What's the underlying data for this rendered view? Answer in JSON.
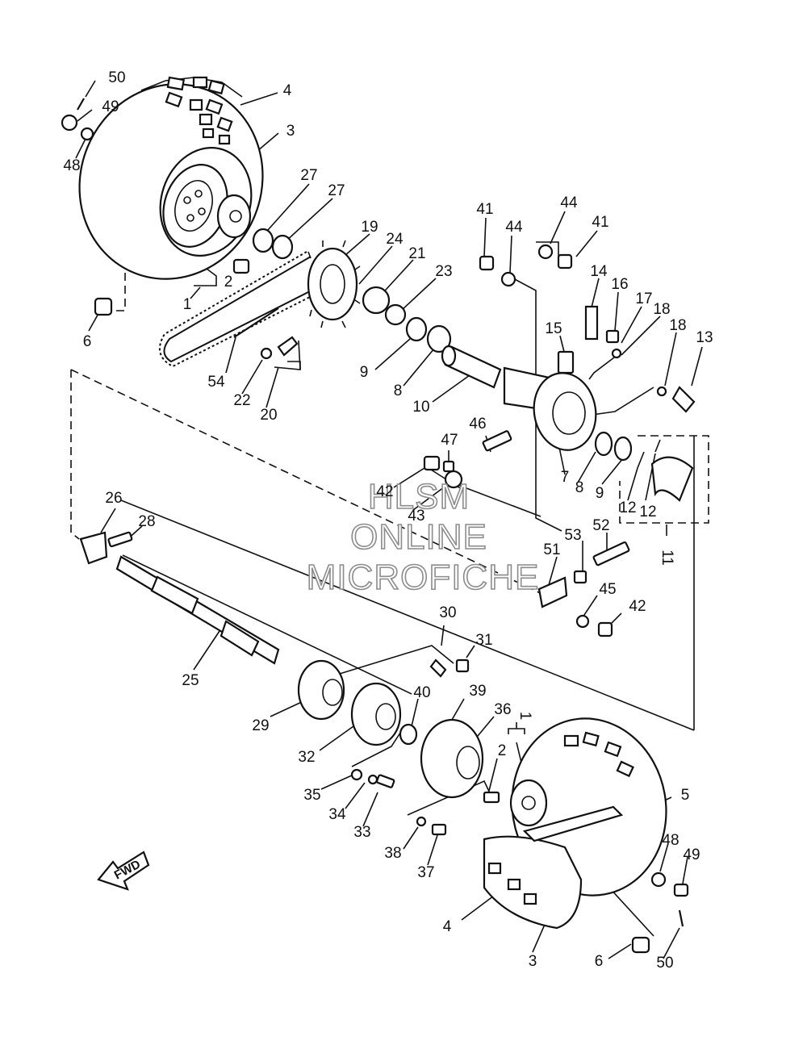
{
  "watermark": {
    "line1": "HLSM",
    "line2": "ONLINE",
    "line3": "MICROFICHE"
  },
  "direction_label": "FWD",
  "callouts": [
    {
      "id": "c50a",
      "text": "50"
    },
    {
      "id": "c49a",
      "text": "49"
    },
    {
      "id": "c48a",
      "text": "48"
    },
    {
      "id": "c4a",
      "text": "4"
    },
    {
      "id": "c3a",
      "text": "3"
    },
    {
      "id": "c27a",
      "text": "27"
    },
    {
      "id": "c27b",
      "text": "27"
    },
    {
      "id": "c2a",
      "text": "2"
    },
    {
      "id": "c1a",
      "text": "1"
    },
    {
      "id": "c6a",
      "text": "6"
    },
    {
      "id": "c19",
      "text": "19"
    },
    {
      "id": "c24",
      "text": "24"
    },
    {
      "id": "c21",
      "text": "21"
    },
    {
      "id": "c23",
      "text": "23"
    },
    {
      "id": "c41a",
      "text": "41"
    },
    {
      "id": "c44a",
      "text": "44"
    },
    {
      "id": "c44b",
      "text": "44"
    },
    {
      "id": "c41b",
      "text": "41"
    },
    {
      "id": "c14",
      "text": "14"
    },
    {
      "id": "c16",
      "text": "16"
    },
    {
      "id": "c17",
      "text": "17"
    },
    {
      "id": "c18a",
      "text": "18"
    },
    {
      "id": "c18b",
      "text": "18"
    },
    {
      "id": "c15",
      "text": "15"
    },
    {
      "id": "c13",
      "text": "13"
    },
    {
      "id": "c9a",
      "text": "9"
    },
    {
      "id": "c8a",
      "text": "8"
    },
    {
      "id": "c10",
      "text": "10"
    },
    {
      "id": "c54",
      "text": "54"
    },
    {
      "id": "c22",
      "text": "22"
    },
    {
      "id": "c20",
      "text": "20"
    },
    {
      "id": "c46",
      "text": "46"
    },
    {
      "id": "c47",
      "text": "47"
    },
    {
      "id": "c42a",
      "text": "42"
    },
    {
      "id": "c43",
      "text": "43"
    },
    {
      "id": "c7",
      "text": "7"
    },
    {
      "id": "c8b",
      "text": "8"
    },
    {
      "id": "c9b",
      "text": "9"
    },
    {
      "id": "c12a",
      "text": "12"
    },
    {
      "id": "c12b",
      "text": "12"
    },
    {
      "id": "c11",
      "text": "11"
    },
    {
      "id": "c26",
      "text": "26"
    },
    {
      "id": "c28",
      "text": "28"
    },
    {
      "id": "c53",
      "text": "53"
    },
    {
      "id": "c52",
      "text": "52"
    },
    {
      "id": "c51",
      "text": "51"
    },
    {
      "id": "c45",
      "text": "45"
    },
    {
      "id": "c42b",
      "text": "42"
    },
    {
      "id": "c25",
      "text": "25"
    },
    {
      "id": "c30",
      "text": "30"
    },
    {
      "id": "c31",
      "text": "31"
    },
    {
      "id": "c29",
      "text": "29"
    },
    {
      "id": "c40",
      "text": "40"
    },
    {
      "id": "c39",
      "text": "39"
    },
    {
      "id": "c36",
      "text": "36"
    },
    {
      "id": "c1b",
      "text": "1"
    },
    {
      "id": "c2b",
      "text": "2"
    },
    {
      "id": "c32",
      "text": "32"
    },
    {
      "id": "c35",
      "text": "35"
    },
    {
      "id": "c34",
      "text": "34"
    },
    {
      "id": "c33",
      "text": "33"
    },
    {
      "id": "c38",
      "text": "38"
    },
    {
      "id": "c37",
      "text": "37"
    },
    {
      "id": "c5",
      "text": "5"
    },
    {
      "id": "c48b",
      "text": "48"
    },
    {
      "id": "c49b",
      "text": "49"
    },
    {
      "id": "c4b",
      "text": "4"
    },
    {
      "id": "c3b",
      "text": "3"
    },
    {
      "id": "c6b",
      "text": "6"
    },
    {
      "id": "c50b",
      "text": "50"
    }
  ]
}
